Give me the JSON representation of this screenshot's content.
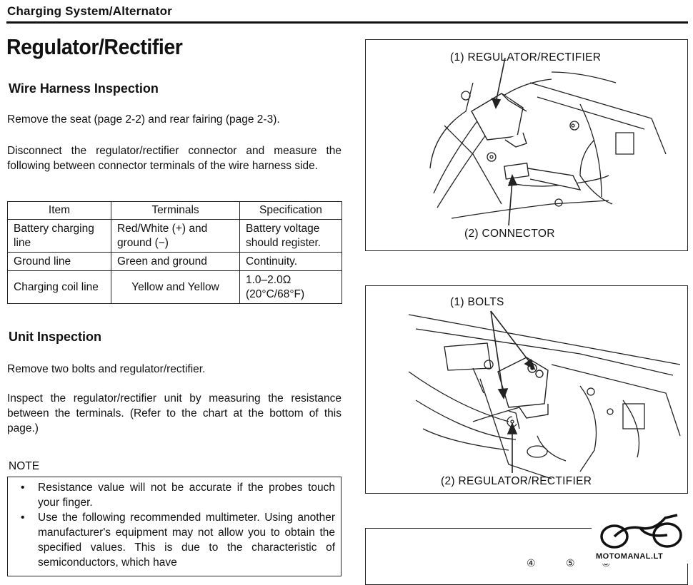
{
  "header": {
    "section": "Charging System/Alternator"
  },
  "title": "Regulator/Rectifier",
  "wire_harness": {
    "heading": "Wire Harness Inspection",
    "para1": "Remove the seat (page 2-2) and rear fairing (page 2-3).",
    "para2": "Disconnect the regulator/rectifier connector and measure the following between connector terminals of the wire harness side."
  },
  "table": {
    "headers": [
      "Item",
      "Terminals",
      "Specification"
    ],
    "rows": [
      {
        "item": "Battery charging line",
        "terminals": "Red/White (+) and ground (−)",
        "spec": "Battery voltage should register."
      },
      {
        "item": "Ground line",
        "terminals": "Green and ground",
        "spec": "Continuity."
      },
      {
        "item": "Charging coil line",
        "terminals": "Yellow and Yellow",
        "spec": "1.0–2.0Ω (20°C/68°F)"
      }
    ]
  },
  "unit": {
    "heading": "Unit Inspection",
    "para1": "Remove two bolts and regulator/rectifier.",
    "para2": "Inspect the regulator/rectifier unit by measuring the resistance between the terminals. (Refer to the chart at the bottom of this page.)"
  },
  "note": {
    "label": "NOTE",
    "items": [
      "Resistance value will not be accurate if the probes touch your finger.",
      "Use the following recommended multimeter. Using another manufacturer's equipment may not allow you to obtain the specified values. This is due to the characteristic of semiconductors, which have"
    ],
    "bullet": "•"
  },
  "figure1": {
    "label_top": "(1) REGULATOR/RECTIFIER",
    "label_bottom": "(2) CONNECTOR"
  },
  "figure2": {
    "label_top": "(1) BOLTS",
    "label_bottom": "(2) REGULATOR/RECTIFIER"
  },
  "figure3": {
    "marks": [
      "④",
      "⑤",
      "⑥"
    ]
  },
  "watermark": {
    "text": "MOTOMANAL.LT"
  }
}
